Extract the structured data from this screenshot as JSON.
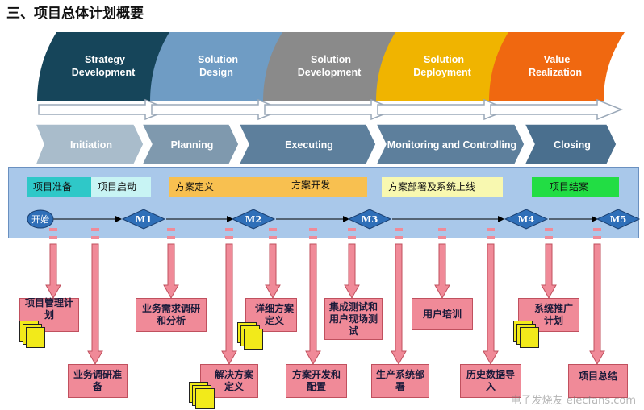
{
  "title": "三、项目总体计划概要",
  "phases": [
    {
      "line1": "Strategy",
      "line2": "Development",
      "color": "#16455a"
    },
    {
      "line1": "Solution",
      "line2": "Design",
      "color": "#6f9cc4"
    },
    {
      "line1": "Solution",
      "line2": "Development",
      "color": "#8a8a8a"
    },
    {
      "line1": "Solution",
      "line2": "Deployment",
      "color": "#f0b400"
    },
    {
      "line1": "Value",
      "line2": "Realization",
      "color": "#f06810"
    }
  ],
  "stages": [
    "Initiation",
    "Planning",
    "Executing",
    "Monitoring and Controlling",
    "Closing"
  ],
  "lanes": [
    {
      "label": "项目准备",
      "color": "#2fc8c8"
    },
    {
      "label": "项目启动",
      "color": "#c8f4f4"
    },
    {
      "label": "方案定义",
      "color": "#f8c050"
    },
    {
      "label": "方案开发",
      "color": "#f8c050"
    },
    {
      "label": "方案部署及系统上线",
      "color": "#f8f8b0"
    },
    {
      "label": "项目结案",
      "color": "#22dd44"
    }
  ],
  "timeline": {
    "start": "开始",
    "milestones": [
      "M1",
      "M2",
      "M3",
      "M4",
      "M5"
    ]
  },
  "tasks": [
    "项目管理计划",
    "业务调研准备",
    "业务需求调研和分析",
    "解决方案定义",
    "详细方案定义",
    "方案开发和配置",
    "集成测试和用户现场测试",
    "生产系统部署",
    "用户培训",
    "历史数据导入",
    "系统推广计划",
    "项目总结"
  ],
  "watermark": "电子发烧友 elecfans.com",
  "colors": {
    "panel": "#a9c8ea",
    "milestone": "#2f6fb8",
    "task_fill": "#f08a98",
    "connector": "#f08a98",
    "doc_icon": "#f2ea1a"
  }
}
